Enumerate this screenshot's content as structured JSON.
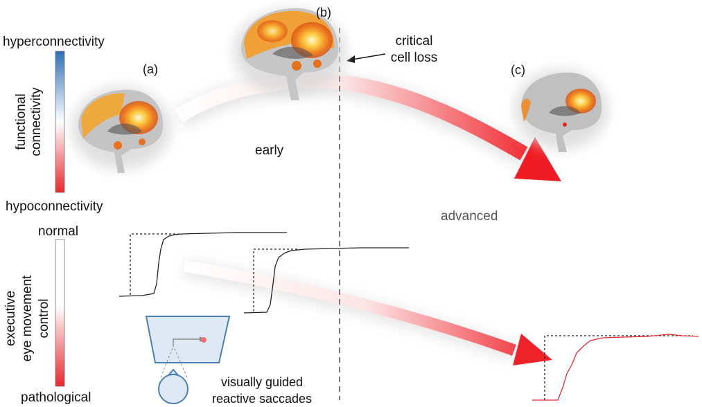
{
  "labels": {
    "a": "(a)",
    "b": "(b)",
    "c": "(c)",
    "critical_line1": "critical",
    "critical_line2": "cell loss",
    "early": "early",
    "advanced": "advanced"
  },
  "fc_scale": {
    "top": "hyperconnectivity",
    "bottom": "hypoconnectivity",
    "axis_line1": "functional",
    "axis_line2": "connectivity",
    "colors": {
      "top": "#2f6fb6",
      "middle": "#ffffff",
      "bottom": "#e8282d"
    }
  },
  "eye_scale": {
    "top": "normal",
    "bottom": "pathological",
    "axis_line1": "executive",
    "axis_line2": "eye movement",
    "axis_line3": "control",
    "colors": {
      "top": "#ffffff",
      "bottom": "#e8282d"
    }
  },
  "task": {
    "caption_line1": "visually guided",
    "caption_line2": "reactive saccades"
  },
  "icons": {
    "brains": [
      "brain-a-icon",
      "brain-b-icon",
      "brain-c-icon"
    ],
    "head": "head-icon",
    "screen": "screen-icon"
  }
}
